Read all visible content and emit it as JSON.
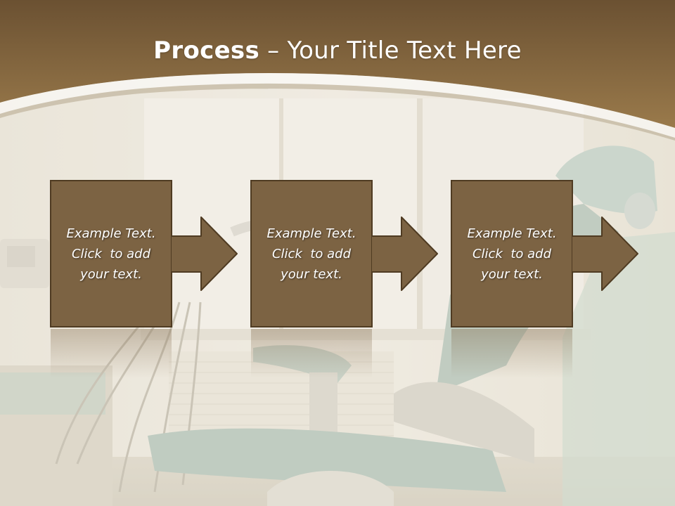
{
  "slide": {
    "title_bold": "Process",
    "title_separator": " – ",
    "title_rest": "Your Title Text Here"
  },
  "steps": [
    {
      "line1": "Example Text.",
      "line2": "Click  to add",
      "line3": "your text."
    },
    {
      "line1": "Example Text.",
      "line2": "Click  to add",
      "line3": "your text."
    },
    {
      "line1": "Example Text.",
      "line2": "Click  to add",
      "line3": "your text."
    }
  ],
  "colors": {
    "header_brown": "#8a6d44",
    "box_fill": "#7c6343",
    "box_border": "#4f3b22",
    "background_cream": "#ede8dc"
  }
}
